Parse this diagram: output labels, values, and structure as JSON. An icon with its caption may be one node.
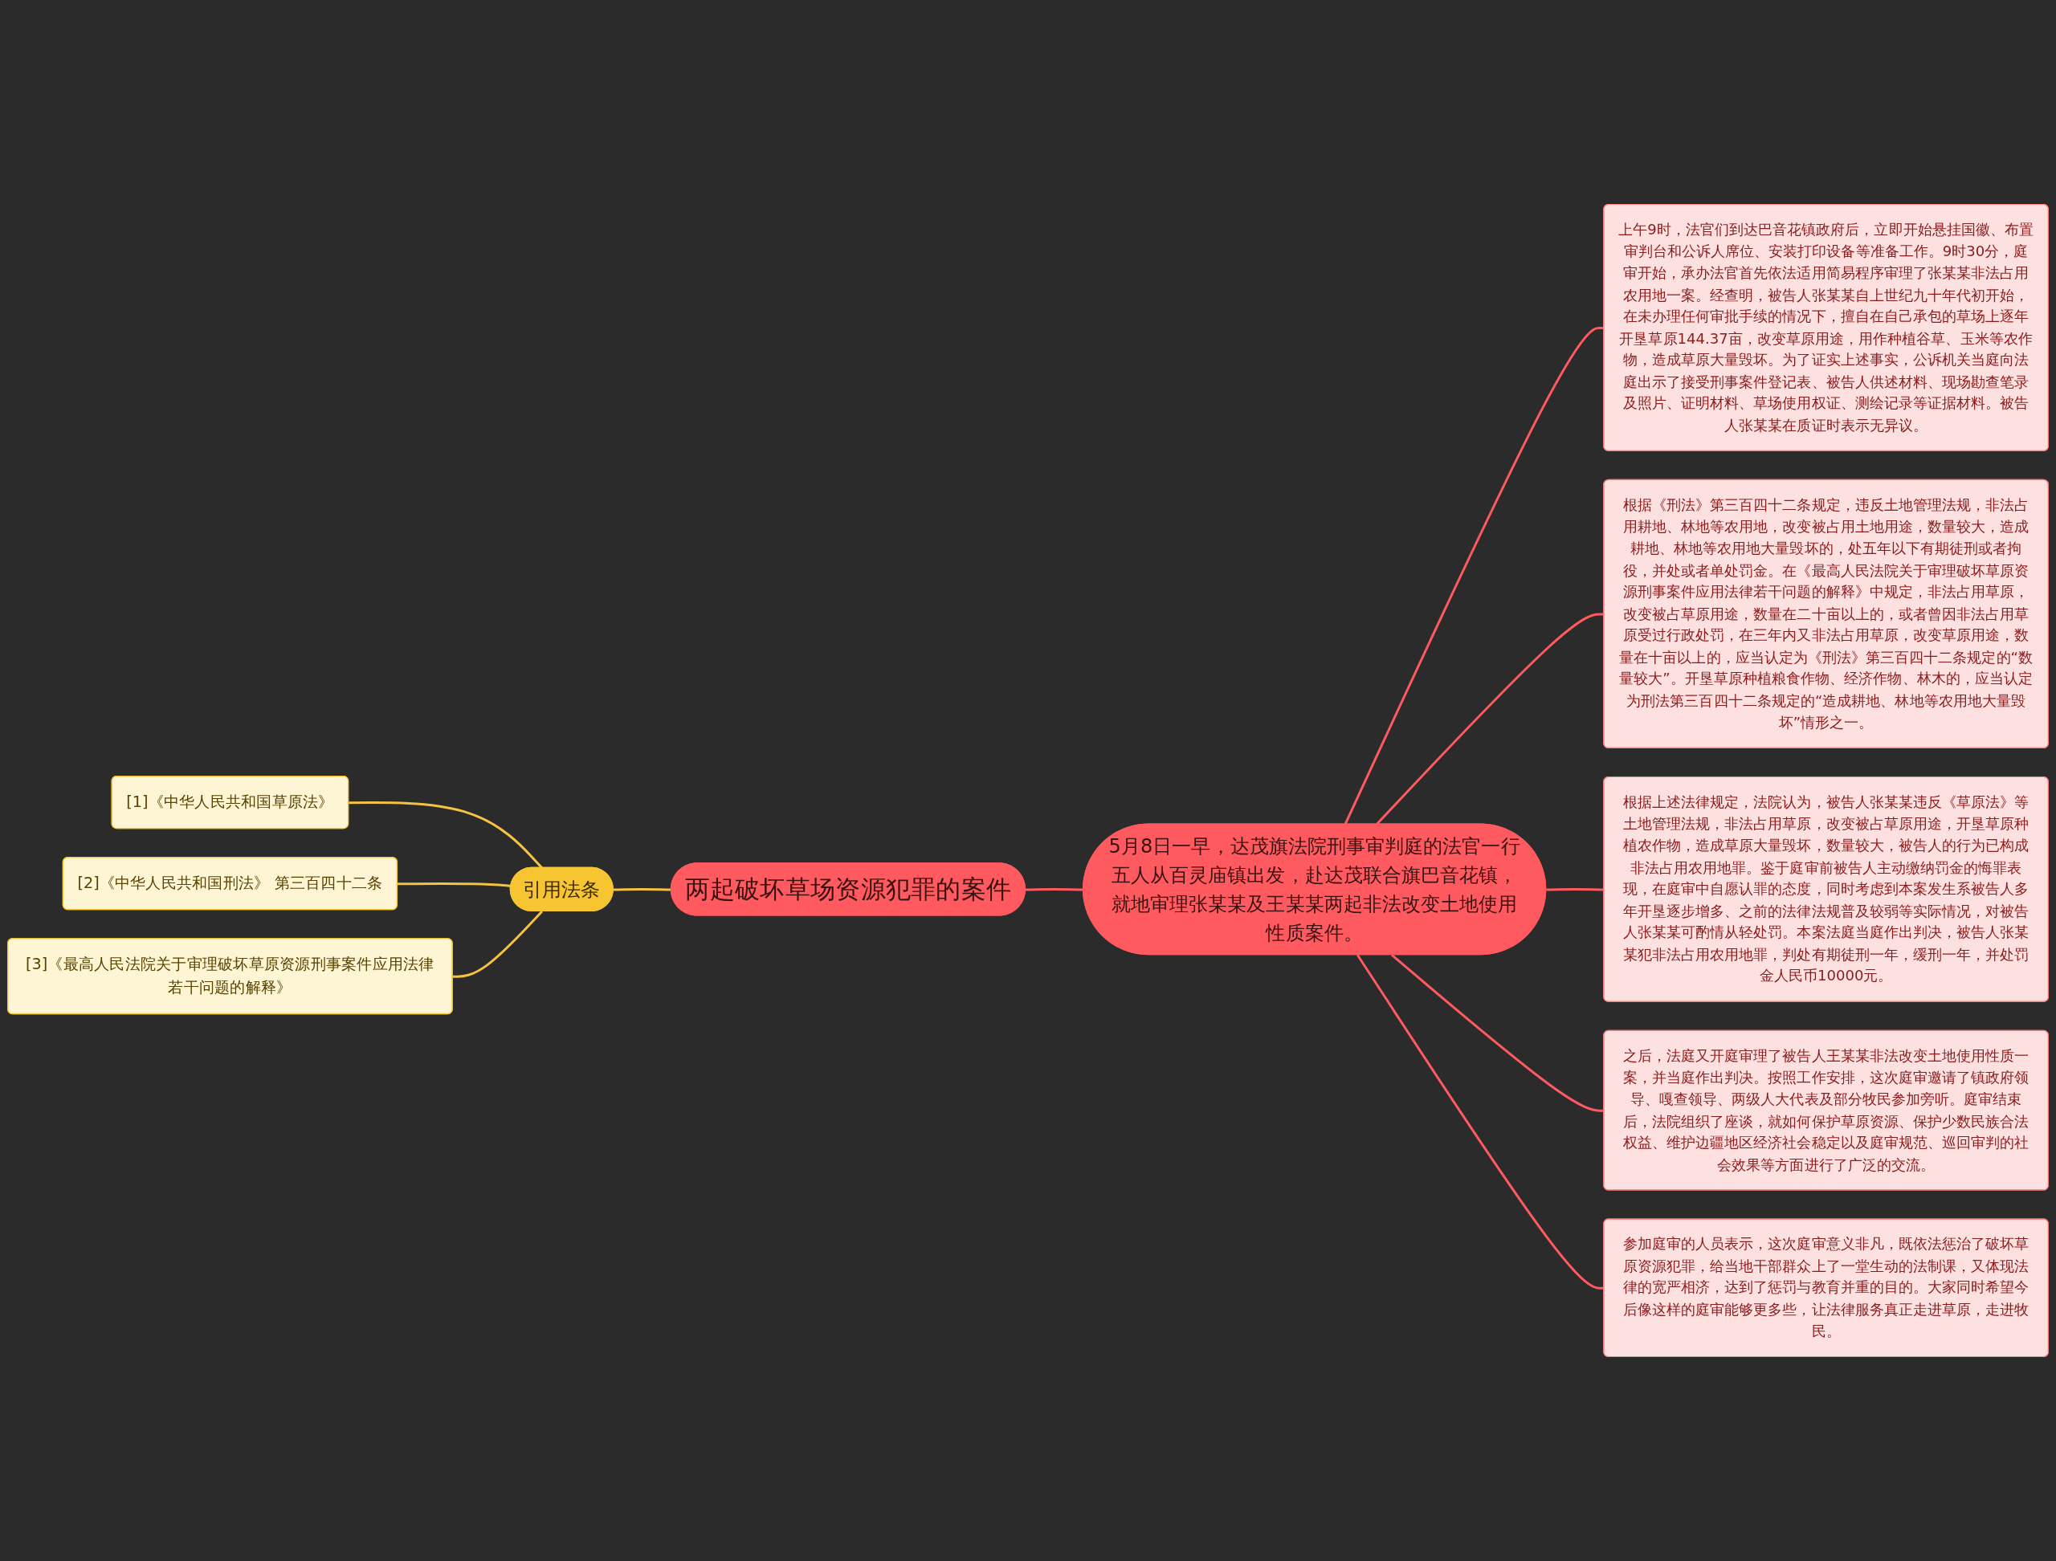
{
  "diagram": {
    "nodes": [
      {
        "text": [
          "两起破坏草场资源犯罪的案件"
        ]
      },
      {
        "text": [
          "引用法条"
        ]
      },
      {
        "text": [
          "[1]《中华人民共和国草原法》"
        ]
      },
      {
        "text": [
          "[2]《中华人民共和国刑法》 第三百四十二条"
        ]
      },
      {
        "text": [
          "[3]《最高人民法院关于审理破坏草原资源刑事案件应用法律若干问题的解释》"
        ]
      },
      {
        "text": [
          "5月8日一早，达茂旗法院刑事审判庭的法官一行五人从百灵庙镇出发，赴达茂联合旗巴音花镇，就地审理张某某及王某某两起非法改变土地使用性质案件。"
        ]
      },
      {
        "text": [
          "上午9时，法官们到达巴音花镇政府后，立即开始悬挂国徽、布置审判台和公诉人席位、安装打印设备等准备工作。9时30分，庭审开始，承办法官首先依法适用简易程序审理了张某某非法占用农用地一案。经查明，被告人张某某自上世纪九十年代初开始，在未办理任何审批手续的情况下，擅自在自己承包的草场上逐年开垦草原144.37亩，改变草原用途，用作种植谷草、玉米等农作物，造成草原大量毁坏。为了证实上述事实，公诉机关当庭向法庭出示了接受刑事案件登记表、被告人供述材料、现场勘查笔录及照片、证明材料、草场使用权证、测绘记录等证据材料。被告人张某某在质证时表示无异议。"
        ]
      },
      {
        "text": [
          "根据《刑法》第三百四十二条规定，违反土地管理法规，非法占用耕地、林地等农用地，改变被占用土地用途，数量较大，造成耕地、林地等农用地大量毁坏的，处五年以下有期徒刑或者拘役，并处或者单处罚金。在《最高人民法院关于审理破坏草原资源刑事案件应用法律若干问题的解释》中规定，非法占用草原，改变被占草原用途，数量在二十亩以上的，或者曾因非法占用草原受过行政处罚，在三年内又非法占用草原，改变草原用途，数量在十亩以上的，应当认定为《刑法》第三百四十二条规定的“数量较大”。开垦草原种植粮食作物、经济作物、林木的，应当认定为刑法第三百四十二条规定的“造成耕地、林地等农用地大量毁坏”情形之一。"
        ]
      },
      {
        "text": [
          "根据上述法律规定，法院认为，被告人张某某违反《草原法》等土地管理法规，非法占用草原，改变被占草原用途，开垦草原种植农作物，造成草原大量毁坏，数量较大，被告人的行为已构成非法占用农用地罪。鉴于庭审前被告人主动缴纳罚金的悔罪表现，在庭审中自愿认罪的态度，同时考虑到本案发生系被告人多年开垦逐步增多、之前的法律法规普及较弱等实际情况，对被告人张某某可酌情从轻处罚。本案法庭当庭作出判决，被告人张某某犯非法占用农用地罪，判处有期徒刑一年，缓刑一年，并处罚金人民币10000元。"
        ]
      },
      {
        "text": [
          "之后，法庭又开庭审理了被告人王某某非法改变土地使用性质一案，并当庭作出判决。按照工作安排，这次庭审邀请了镇政府领导、嘎查领导、两级人大代表及部分牧民参加旁听。庭审结束后，法院组织了座谈，就如何保护草原资源、保护少数民族合法权益、维护边疆地区经济社会稳定以及庭审规范、巡回审判的社会效果等方面进行了广泛的交流。"
        ]
      },
      {
        "text": [
          "参加庭审的人员表示，这次庭审意义非凡，既依法惩治了破坏草原资源犯罪，给当地干部群众上了一堂生动的法制课，又体现法律的宽严相济，达到了惩罚与教育并重的目的。大家同时希望今后像这样的庭审能够更多些，让法律服务真正走进草原，走进牧民。"
        ]
      }
    ],
    "edges": [
      {
        "from": 2,
        "to": 1,
        "arrow": "none",
        "color": "#f5c242"
      },
      {
        "from": 3,
        "to": 1,
        "arrow": "none",
        "color": "#f5c242"
      },
      {
        "from": 4,
        "to": 1,
        "arrow": "none",
        "color": "#f5c242"
      },
      {
        "from": 1,
        "to": 0,
        "arrow": "none",
        "color": "#f5c242"
      },
      {
        "from": 0,
        "to": 5,
        "arrow": "none"
      },
      {
        "from": 5,
        "to": 6,
        "arrow": "none"
      },
      {
        "from": 5,
        "to": 7,
        "arrow": "none"
      },
      {
        "from": 5,
        "to": 8,
        "arrow": "none"
      },
      {
        "from": 5,
        "to": 9,
        "arrow": "none"
      },
      {
        "from": 5,
        "to": 10,
        "arrow": "none"
      }
    ]
  }
}
